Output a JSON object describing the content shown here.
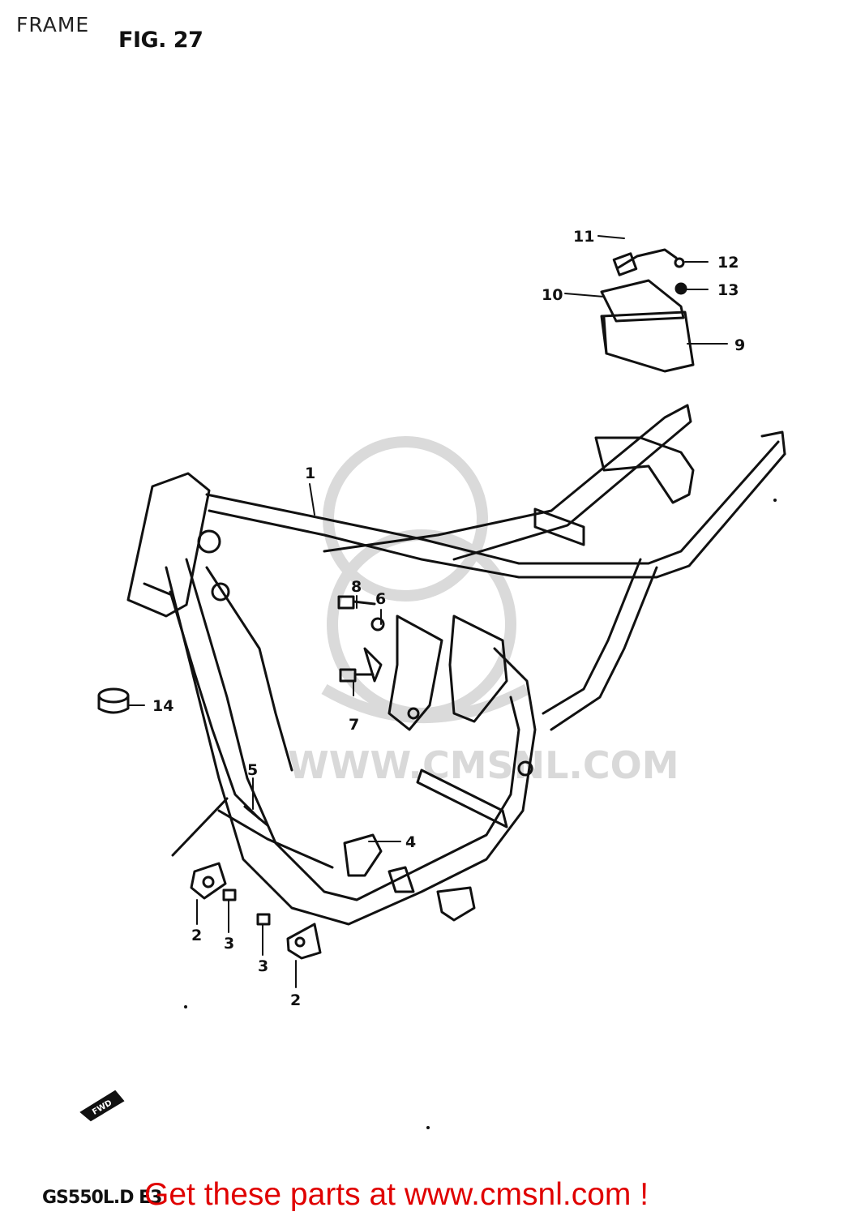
{
  "page": {
    "section": "FRAME",
    "figure": "FIG. 27"
  },
  "watermark": {
    "text": "WWW.CMSNL.COM"
  },
  "callouts": [
    {
      "id": "c1",
      "label": "1"
    },
    {
      "id": "c2a",
      "label": "2"
    },
    {
      "id": "c2b",
      "label": "2"
    },
    {
      "id": "c3a",
      "label": "3"
    },
    {
      "id": "c3b",
      "label": "3"
    },
    {
      "id": "c4",
      "label": "4"
    },
    {
      "id": "c5",
      "label": "5"
    },
    {
      "id": "c6",
      "label": "6"
    },
    {
      "id": "c7",
      "label": "7"
    },
    {
      "id": "c8",
      "label": "8"
    },
    {
      "id": "c9",
      "label": "9"
    },
    {
      "id": "c10",
      "label": "10"
    },
    {
      "id": "c11",
      "label": "11"
    },
    {
      "id": "c12",
      "label": "12"
    },
    {
      "id": "c13",
      "label": "13"
    },
    {
      "id": "c14",
      "label": "14"
    }
  ],
  "fwd_badge": "FWD",
  "footer": {
    "model": "GS550L.D E3",
    "promo": "Get these parts at www.cmsnl.com !"
  },
  "colors": {
    "line": "#111111",
    "promo": "#e00000",
    "watermark": "#d9d9d9"
  }
}
